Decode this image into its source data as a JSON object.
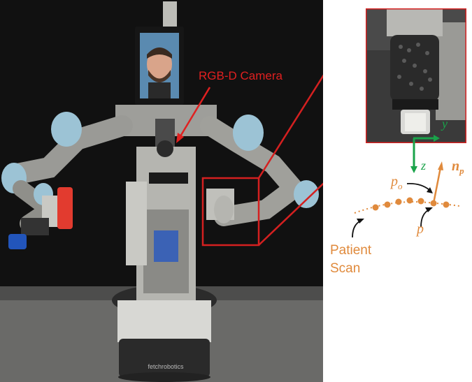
{
  "photo": {
    "camera_label": "RGB-D Camera",
    "base_brand": "fetchrobotics"
  },
  "inset": {
    "axis_y": "y",
    "axis_z": "z"
  },
  "diagram": {
    "label_po_base": "p",
    "label_po_sub": "o",
    "label_p": "p",
    "label_np_base": "n",
    "label_np_sub": "p",
    "scan_line1": "Patient",
    "scan_line2": "Scan"
  },
  "colors": {
    "camera_label": "#e02020",
    "frame_red": "#d42020",
    "scan_orange": "#e08a3c",
    "axis_green": "#1aa34a",
    "robot_blue": "#9cc3d5"
  }
}
